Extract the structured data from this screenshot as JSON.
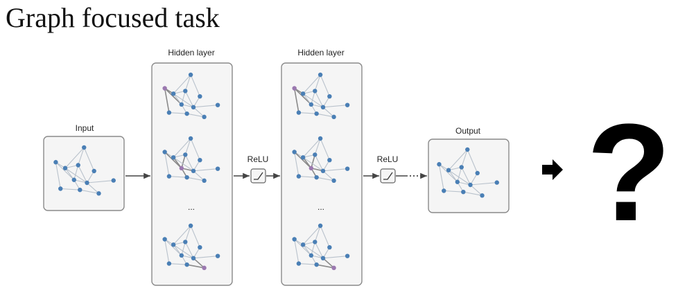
{
  "title": "Graph focused task",
  "labels": {
    "input": "Input",
    "hidden1": "Hidden layer",
    "hidden2": "Hidden layer",
    "relu1": "ReLU",
    "relu2": "ReLU",
    "output": "Output",
    "dots1": "...",
    "dots2": "...",
    "question": "?"
  },
  "colors": {
    "node": "#4a7fb5",
    "highlight_node": "#9b78b0",
    "edge": "#b9c2cc",
    "box_border": "#8a8a8a"
  }
}
